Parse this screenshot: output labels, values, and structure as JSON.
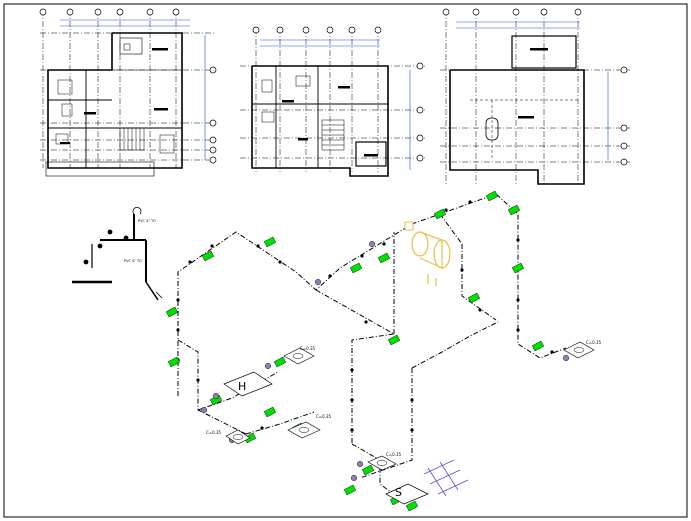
{
  "labels": {
    "room_h": "H",
    "room_s": "S",
    "level_a": "C=0.35",
    "level_b": "C=0.35",
    "level_c": "C=0.35",
    "level_d": "C=0.35",
    "level_e": "C=0.35",
    "detail_a": "PVC 4\" TO",
    "detail_b": "PVC 4\" TO"
  },
  "colors": {
    "line": "#000000",
    "dim_blue": "#1a4fff",
    "fitting_green": "#00e000",
    "tank_yellow": "#e8c04a",
    "valve_purple": "#8e7fb8",
    "stair_purple": "#6a4bd1"
  }
}
